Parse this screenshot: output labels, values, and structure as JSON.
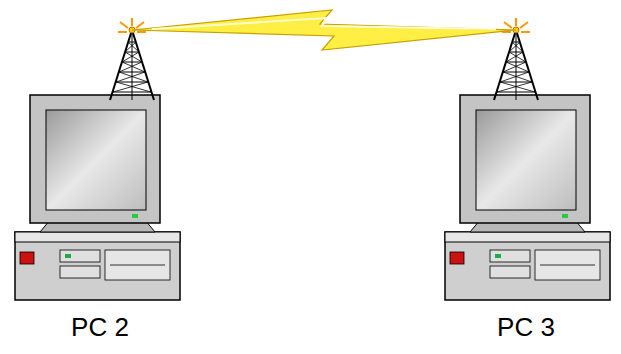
{
  "diagram": {
    "nodes": [
      {
        "text": [
          "PC 2"
        ]
      },
      {
        "text": [
          "PC 3"
        ]
      }
    ],
    "edges": [
      {
        "from": 0,
        "to": 1,
        "arrow": "none"
      }
    ]
  }
}
